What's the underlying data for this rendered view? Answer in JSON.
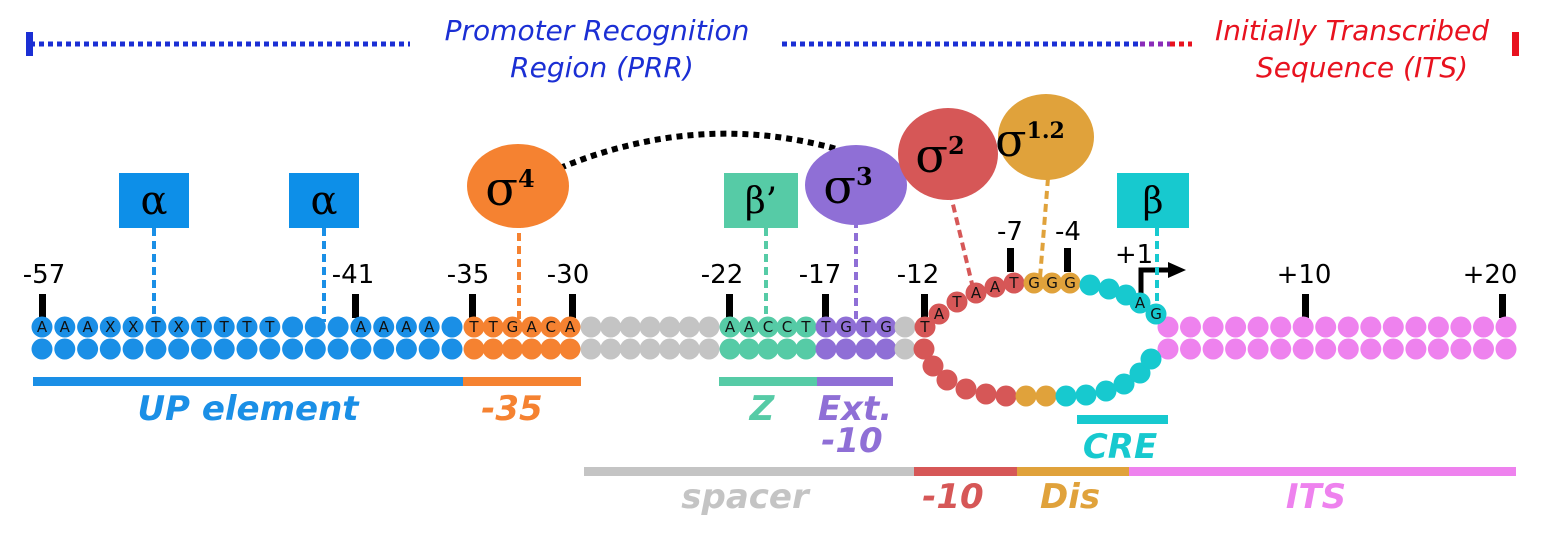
{
  "header": {
    "prr_line1": "Promoter Recognition",
    "prr_line2": "Region (PRR)",
    "its_line1": "Initially Transcribed",
    "its_line2": "Sequence (ITS)"
  },
  "positions": {
    "p57": "-57",
    "p41": "-41",
    "p35": "-35",
    "p30": "-30",
    "p22": "-22",
    "p17": "-17",
    "p12": "-12",
    "p7": "-7",
    "p4": "-4",
    "p1": "+1",
    "p10": "+10",
    "p20": "+20"
  },
  "factors": {
    "alpha1": "α",
    "alpha2": "α",
    "sigma4": "σ",
    "sigma4_sup": "4",
    "beta_prime": "β’",
    "sigma3": "σ",
    "sigma3_sup": "3",
    "sigma2": "σ",
    "sigma2_sup": "2",
    "sigma12": "σ",
    "sigma12_sup": "1.2",
    "beta": "β"
  },
  "sequences": {
    "up": [
      "A",
      "A",
      "A",
      "X",
      "X",
      "T",
      "X",
      "T",
      "T",
      "T",
      "T",
      "",
      "",
      "",
      "A",
      "A",
      "A",
      "A"
    ],
    "m35": [
      "T",
      "T",
      "G",
      "A",
      "C",
      "A"
    ],
    "z": [
      "A",
      "A",
      "C",
      "C",
      "T"
    ],
    "ext10": [
      "T",
      "G",
      "T",
      "G"
    ],
    "minus10": [
      "T",
      "A",
      "T",
      "A",
      "A",
      "T"
    ],
    "dis": [
      "G",
      "G",
      "G"
    ],
    "cre": [
      "A",
      "G"
    ]
  },
  "regions": {
    "up": "UP element",
    "m35": "-35",
    "z": "Z",
    "ext_line1": "Ext.",
    "ext_line2": "-10",
    "cre": "CRE",
    "spacer": "spacer",
    "m10": "-10",
    "dis": "Dis",
    "its": "ITS"
  },
  "colors": {
    "up": "#1a8fe6",
    "alpha_box": "#0d8fe8",
    "m35": "#f58231",
    "spacer": "#c4c4c4",
    "z": "#56cba6",
    "ext": "#8f6fd6",
    "m10": "#d65757",
    "dis": "#e0a23b",
    "cre": "#17c9cf",
    "its": "#ee82ee",
    "prr": "#1b2fd4",
    "its_hdr": "#e8121f"
  }
}
